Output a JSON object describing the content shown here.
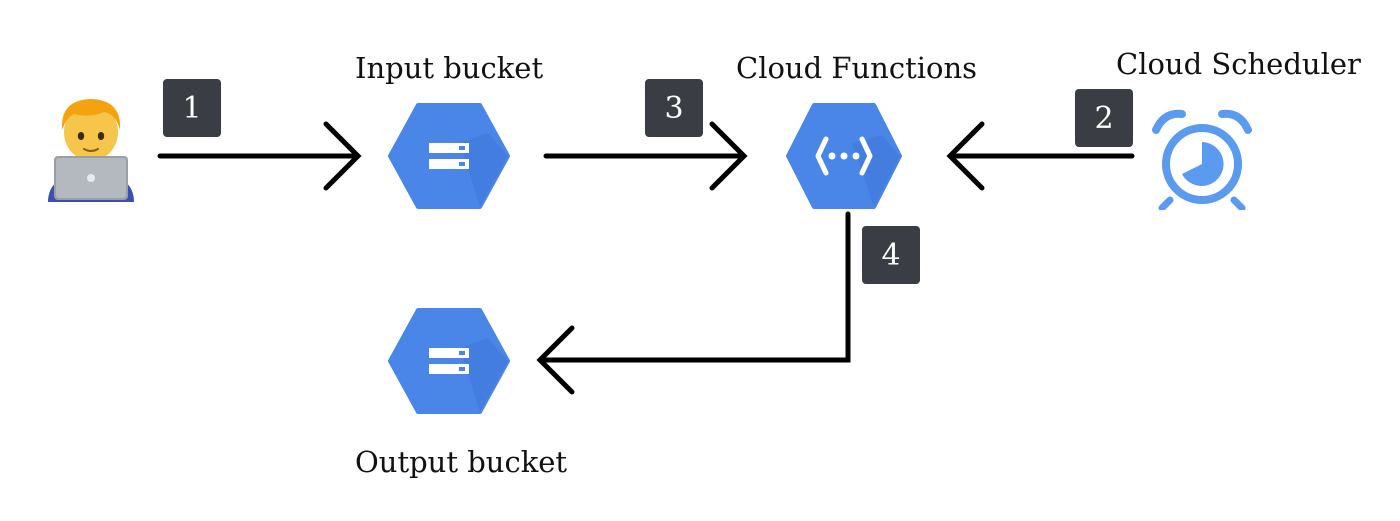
{
  "nodes": {
    "input_bucket": "Input bucket",
    "cloud_functions": "Cloud Functions",
    "cloud_scheduler": "Cloud Scheduler",
    "output_bucket": "Output bucket"
  },
  "steps": {
    "s1": "1",
    "s2": "2",
    "s3": "3",
    "s4": "4"
  },
  "icons": {
    "user": "person-with-laptop-icon",
    "input_bucket": "cloud-storage-icon",
    "cloud_functions": "cloud-functions-icon",
    "cloud_scheduler": "alarm-clock-icon",
    "output_bucket": "cloud-storage-icon"
  },
  "colors": {
    "gcp_blue": "#4a86e8",
    "scheduler_blue": "#5a9bf0",
    "step_badge": "#3a3d44",
    "arrow": "#000000"
  }
}
